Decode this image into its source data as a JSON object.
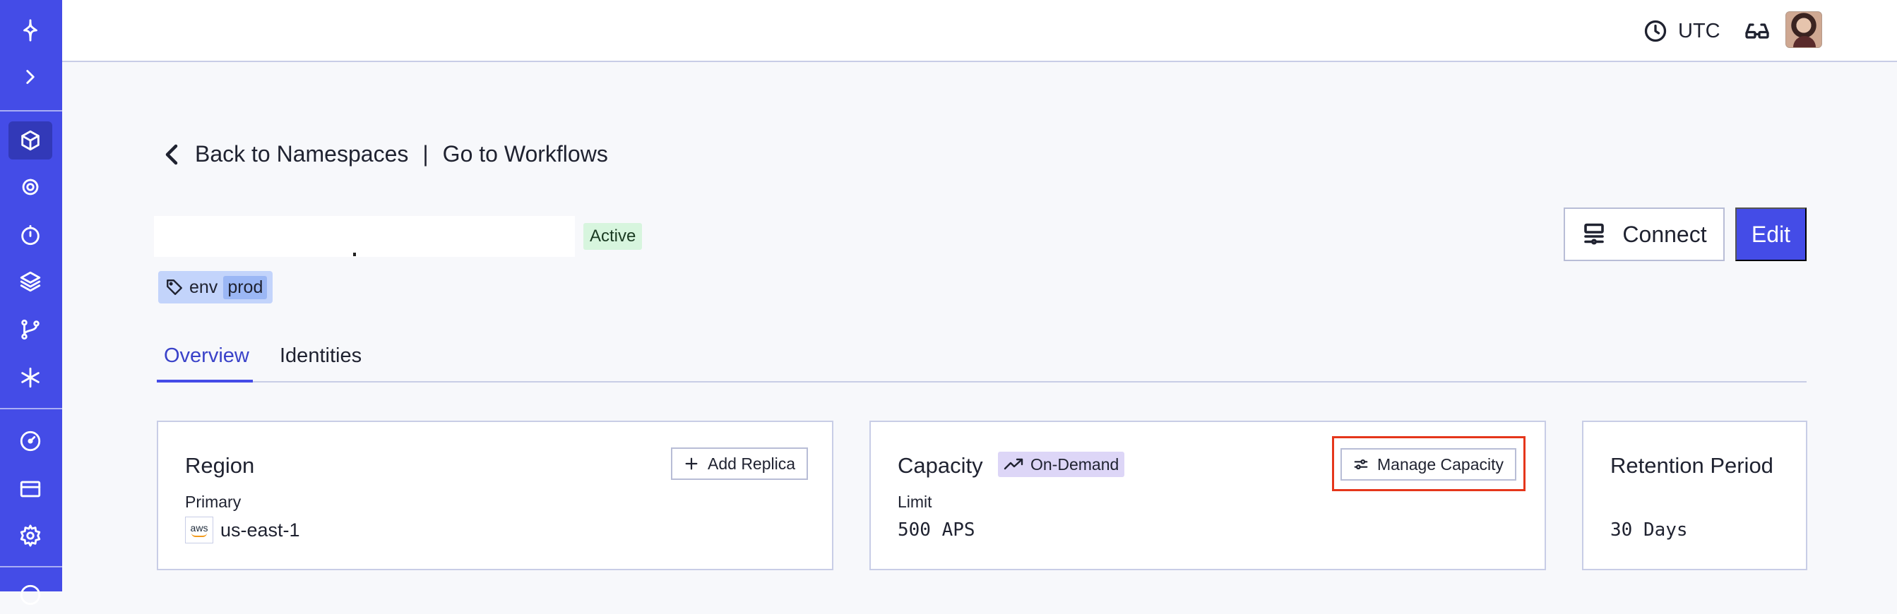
{
  "topbar": {
    "timezone_label": "UTC"
  },
  "navigation": {
    "back_label": "Back to Namespaces",
    "separator": "|",
    "workflows_label": "Go to Workflows"
  },
  "namespace": {
    "status": "Active",
    "tag_key": "env",
    "tag_value": "prod"
  },
  "actions": {
    "connect_label": "Connect",
    "edit_label": "Edit"
  },
  "tabs": [
    {
      "label": "Overview",
      "active": true
    },
    {
      "label": "Identities",
      "active": false
    }
  ],
  "cards": {
    "region": {
      "title": "Region",
      "add_replica_label": "Add Replica",
      "primary_label": "Primary",
      "provider_mark": "aws",
      "region_value": "us-east-1"
    },
    "capacity": {
      "title": "Capacity",
      "mode": "On-Demand",
      "manage_label": "Manage Capacity",
      "limit_label": "Limit",
      "limit_value": "500 APS"
    },
    "retention": {
      "title": "Retention Period",
      "value": "30 Days"
    }
  },
  "colors": {
    "accent": "#444ce7",
    "active_badge_bg": "#d7f5de",
    "tag_bg": "#c3d4fb",
    "ondemand_bg": "#ddd6f7",
    "highlight_border": "#e5361b"
  }
}
